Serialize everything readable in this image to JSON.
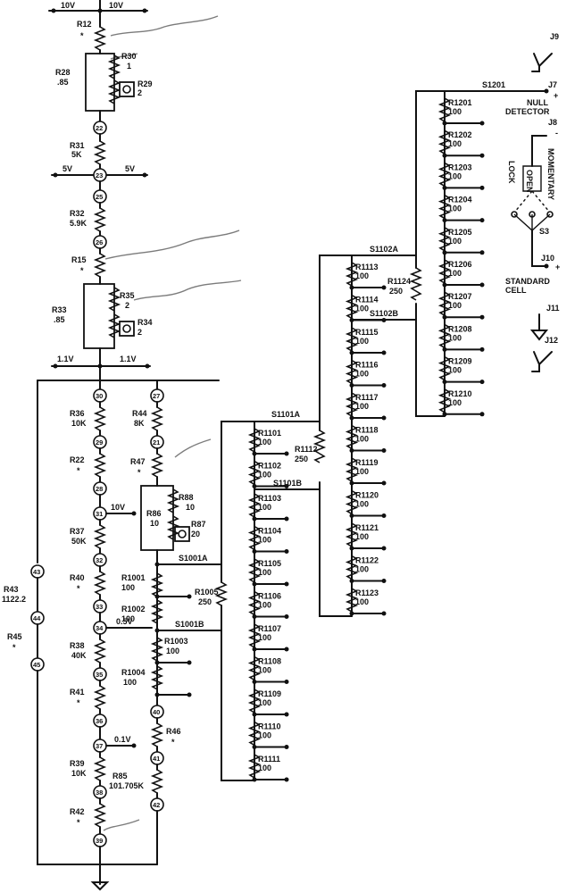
{
  "supply": {
    "left_10v": "10V",
    "right_10v": "10V",
    "left_5v": "5V",
    "right_5v": "5V",
    "left_1_1v": "1.1V",
    "right_1_1v": "1.1V"
  },
  "taps": {
    "v10": "10V",
    "v05": "0.5V",
    "v01": "0.1V"
  },
  "test_points": [
    "22",
    "23",
    "25",
    "26",
    "30",
    "29",
    "28",
    "31",
    "32",
    "33",
    "34",
    "35",
    "36",
    "37",
    "38",
    "39",
    "27",
    "21",
    "40",
    "41",
    "42",
    "43",
    "44",
    "45"
  ],
  "upper_chain": [
    {
      "ref": "R12",
      "value": "*"
    },
    {
      "ref": "R28",
      "value": ".85"
    },
    {
      "ref": "R30",
      "value": "1"
    },
    {
      "ref": "R29",
      "value": "2"
    },
    {
      "ref": "R31",
      "value": "5K"
    },
    {
      "ref": "R32",
      "value": "5.9K"
    },
    {
      "ref": "R15",
      "value": "*"
    },
    {
      "ref": "R33",
      "value": ".85"
    },
    {
      "ref": "R35",
      "value": "2"
    },
    {
      "ref": "R34",
      "value": "2"
    }
  ],
  "main_chain": [
    {
      "ref": "R36",
      "value": "10K"
    },
    {
      "ref": "R22",
      "value": "*"
    },
    {
      "ref": "R37",
      "value": "50K"
    },
    {
      "ref": "R40",
      "value": "*"
    },
    {
      "ref": "R38",
      "value": "40K"
    },
    {
      "ref": "R41",
      "value": "*"
    },
    {
      "ref": "R39",
      "value": "10K"
    },
    {
      "ref": "R42",
      "value": "*"
    },
    {
      "ref": "R43",
      "value": "1122.2"
    },
    {
      "ref": "R45",
      "value": "*"
    }
  ],
  "side_chain": [
    {
      "ref": "R44",
      "value": "8K"
    },
    {
      "ref": "R47",
      "value": "*"
    },
    {
      "ref": "R88",
      "value": "10"
    },
    {
      "ref": "R86",
      "value": "10"
    },
    {
      "ref": "R87",
      "value": "20"
    },
    {
      "ref": "R46",
      "value": "*"
    },
    {
      "ref": "R85",
      "value": "101.705K"
    }
  ],
  "decade_1000": [
    {
      "ref": "R1001",
      "value": "100"
    },
    {
      "ref": "R1002",
      "value": "100"
    },
    {
      "ref": "R1003",
      "value": "100"
    },
    {
      "ref": "R1004",
      "value": "100"
    },
    {
      "ref": "R1005",
      "value": "250"
    }
  ],
  "decade_1100": [
    {
      "ref": "R1101",
      "value": "100"
    },
    {
      "ref": "R1102",
      "value": "100"
    },
    {
      "ref": "R1103",
      "value": "100"
    },
    {
      "ref": "R1104",
      "value": "100"
    },
    {
      "ref": "R1105",
      "value": "100"
    },
    {
      "ref": "R1106",
      "value": "100"
    },
    {
      "ref": "R1107",
      "value": "100"
    },
    {
      "ref": "R1108",
      "value": "100"
    },
    {
      "ref": "R1109",
      "value": "100"
    },
    {
      "ref": "R1110",
      "value": "100"
    },
    {
      "ref": "R1111",
      "value": "100"
    }
  ],
  "r1112": {
    "ref": "R1112",
    "value": "250"
  },
  "decade_1110": [
    {
      "ref": "R1113",
      "value": "100"
    },
    {
      "ref": "R1114",
      "value": "100"
    },
    {
      "ref": "R1115",
      "value": "100"
    },
    {
      "ref": "R1116",
      "value": "100"
    },
    {
      "ref": "R1117",
      "value": "100"
    },
    {
      "ref": "R1118",
      "value": "100"
    },
    {
      "ref": "R1119",
      "value": "100"
    },
    {
      "ref": "R1120",
      "value": "100"
    },
    {
      "ref": "R1121",
      "value": "100"
    },
    {
      "ref": "R1122",
      "value": "100"
    },
    {
      "ref": "R1123",
      "value": "100"
    }
  ],
  "r1124": {
    "ref": "R1124",
    "value": "250"
  },
  "decade_1200": [
    {
      "ref": "R1201",
      "value": "100"
    },
    {
      "ref": "R1202",
      "value": "100"
    },
    {
      "ref": "R1203",
      "value": "100"
    },
    {
      "ref": "R1204",
      "value": "100"
    },
    {
      "ref": "R1205",
      "value": "100"
    },
    {
      "ref": "R1206",
      "value": "100"
    },
    {
      "ref": "R1207",
      "value": "100"
    },
    {
      "ref": "R1208",
      "value": "100"
    },
    {
      "ref": "R1209",
      "value": "100"
    },
    {
      "ref": "R1210",
      "value": "100"
    }
  ],
  "switches": {
    "s1001a": "S1001A",
    "s1001b": "S1001B",
    "s1101a": "S1101A",
    "s1101b": "S1101B",
    "s1102a": "S1102A",
    "s1102b": "S1102B",
    "s1201": "S1201",
    "s3": "S3"
  },
  "jacks": {
    "j7": "J7",
    "j8": "J8",
    "j9": "J9",
    "j10": "J10",
    "j11": "J11",
    "j12": "J12",
    "plus": "+",
    "minus": "-"
  },
  "labels": {
    "null_detector_1": "NULL",
    "null_detector_2": "DETECTOR",
    "standard_cell_1": "STANDARD",
    "standard_cell_2": "CELL",
    "lock": "LOCK",
    "open": "OPEN",
    "momentary": "MOMENTARY"
  }
}
